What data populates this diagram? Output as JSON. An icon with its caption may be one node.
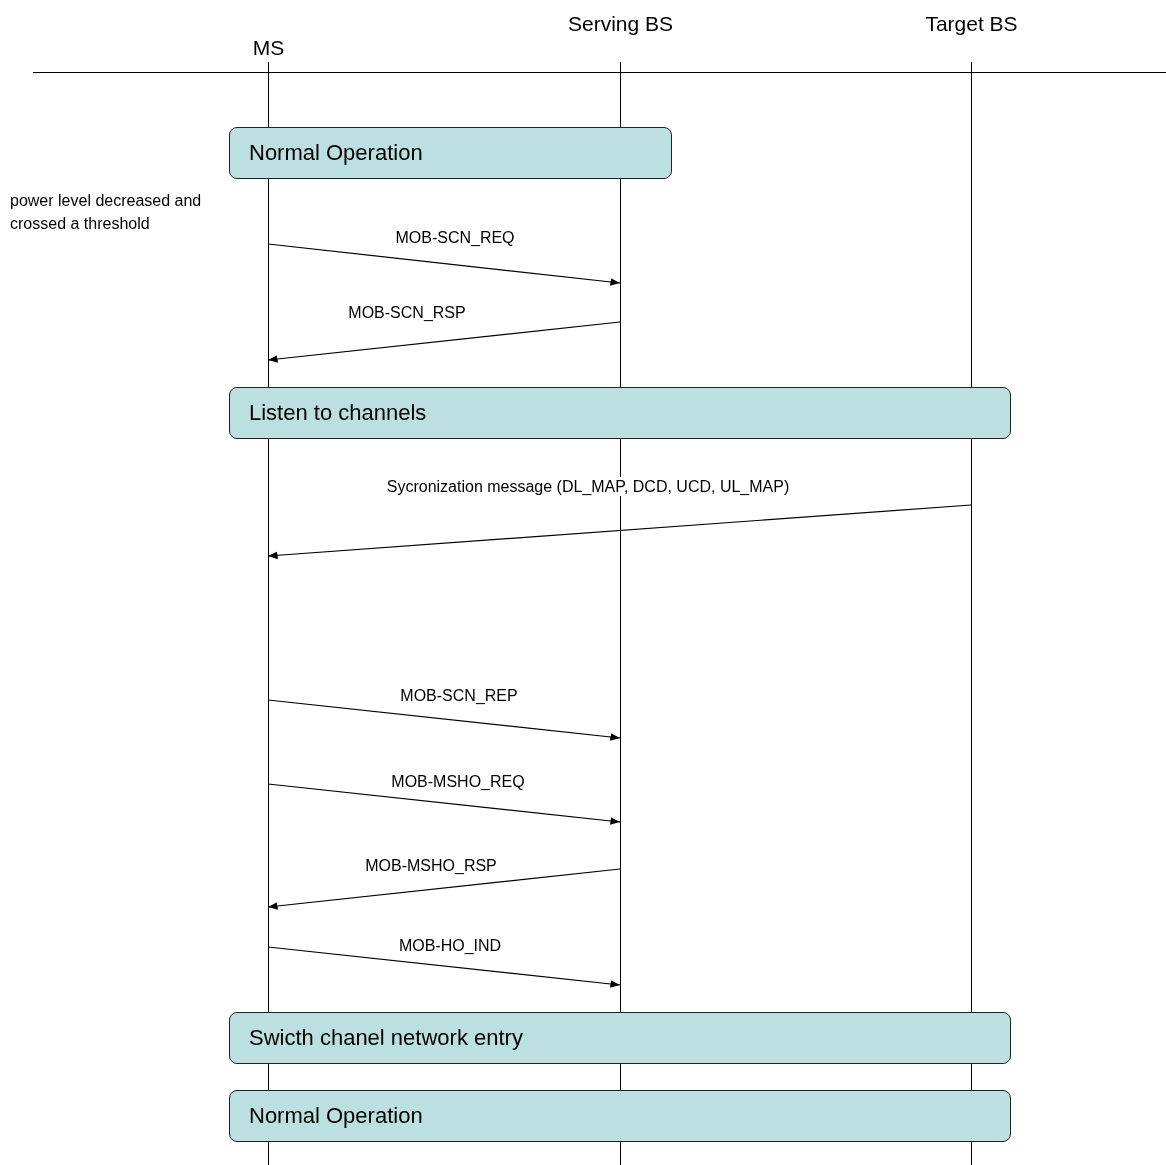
{
  "diagram": {
    "nodes": [
      {
        "text": [
          "MS"
        ]
      },
      {
        "text": [
          "Serving BS"
        ]
      },
      {
        "text": [
          "Target BS"
        ]
      },
      {
        "text": [
          "Normal Operation"
        ]
      },
      {
        "text": [
          "Listen to channels"
        ]
      },
      {
        "text": [
          "Swicth chanel network entry"
        ]
      },
      {
        "text": [
          "Normal Operation"
        ]
      }
    ],
    "edges": [
      {
        "from": 0,
        "to": 1,
        "arrow": "to",
        "label": "MOB-SCN_REQ"
      },
      {
        "from": 1,
        "to": 0,
        "arrow": "to",
        "label": "MOB-SCN_RSP"
      },
      {
        "from": 2,
        "to": 0,
        "arrow": "to",
        "label": "Sycronization message (DL_MAP, DCD, UCD, UL_MAP)"
      },
      {
        "from": 0,
        "to": 1,
        "arrow": "to",
        "label": "MOB-SCN_REP"
      },
      {
        "from": 0,
        "to": 1,
        "arrow": "to",
        "label": "MOB-MSHO_REQ"
      },
      {
        "from": 1,
        "to": 0,
        "arrow": "to",
        "label": "MOB-MSHO_RSP"
      },
      {
        "from": 0,
        "to": 1,
        "arrow": "to",
        "label": "MOB-HO_IND"
      }
    ],
    "labels": [
      "power level decreased and crossed a threshold"
    ]
  }
}
